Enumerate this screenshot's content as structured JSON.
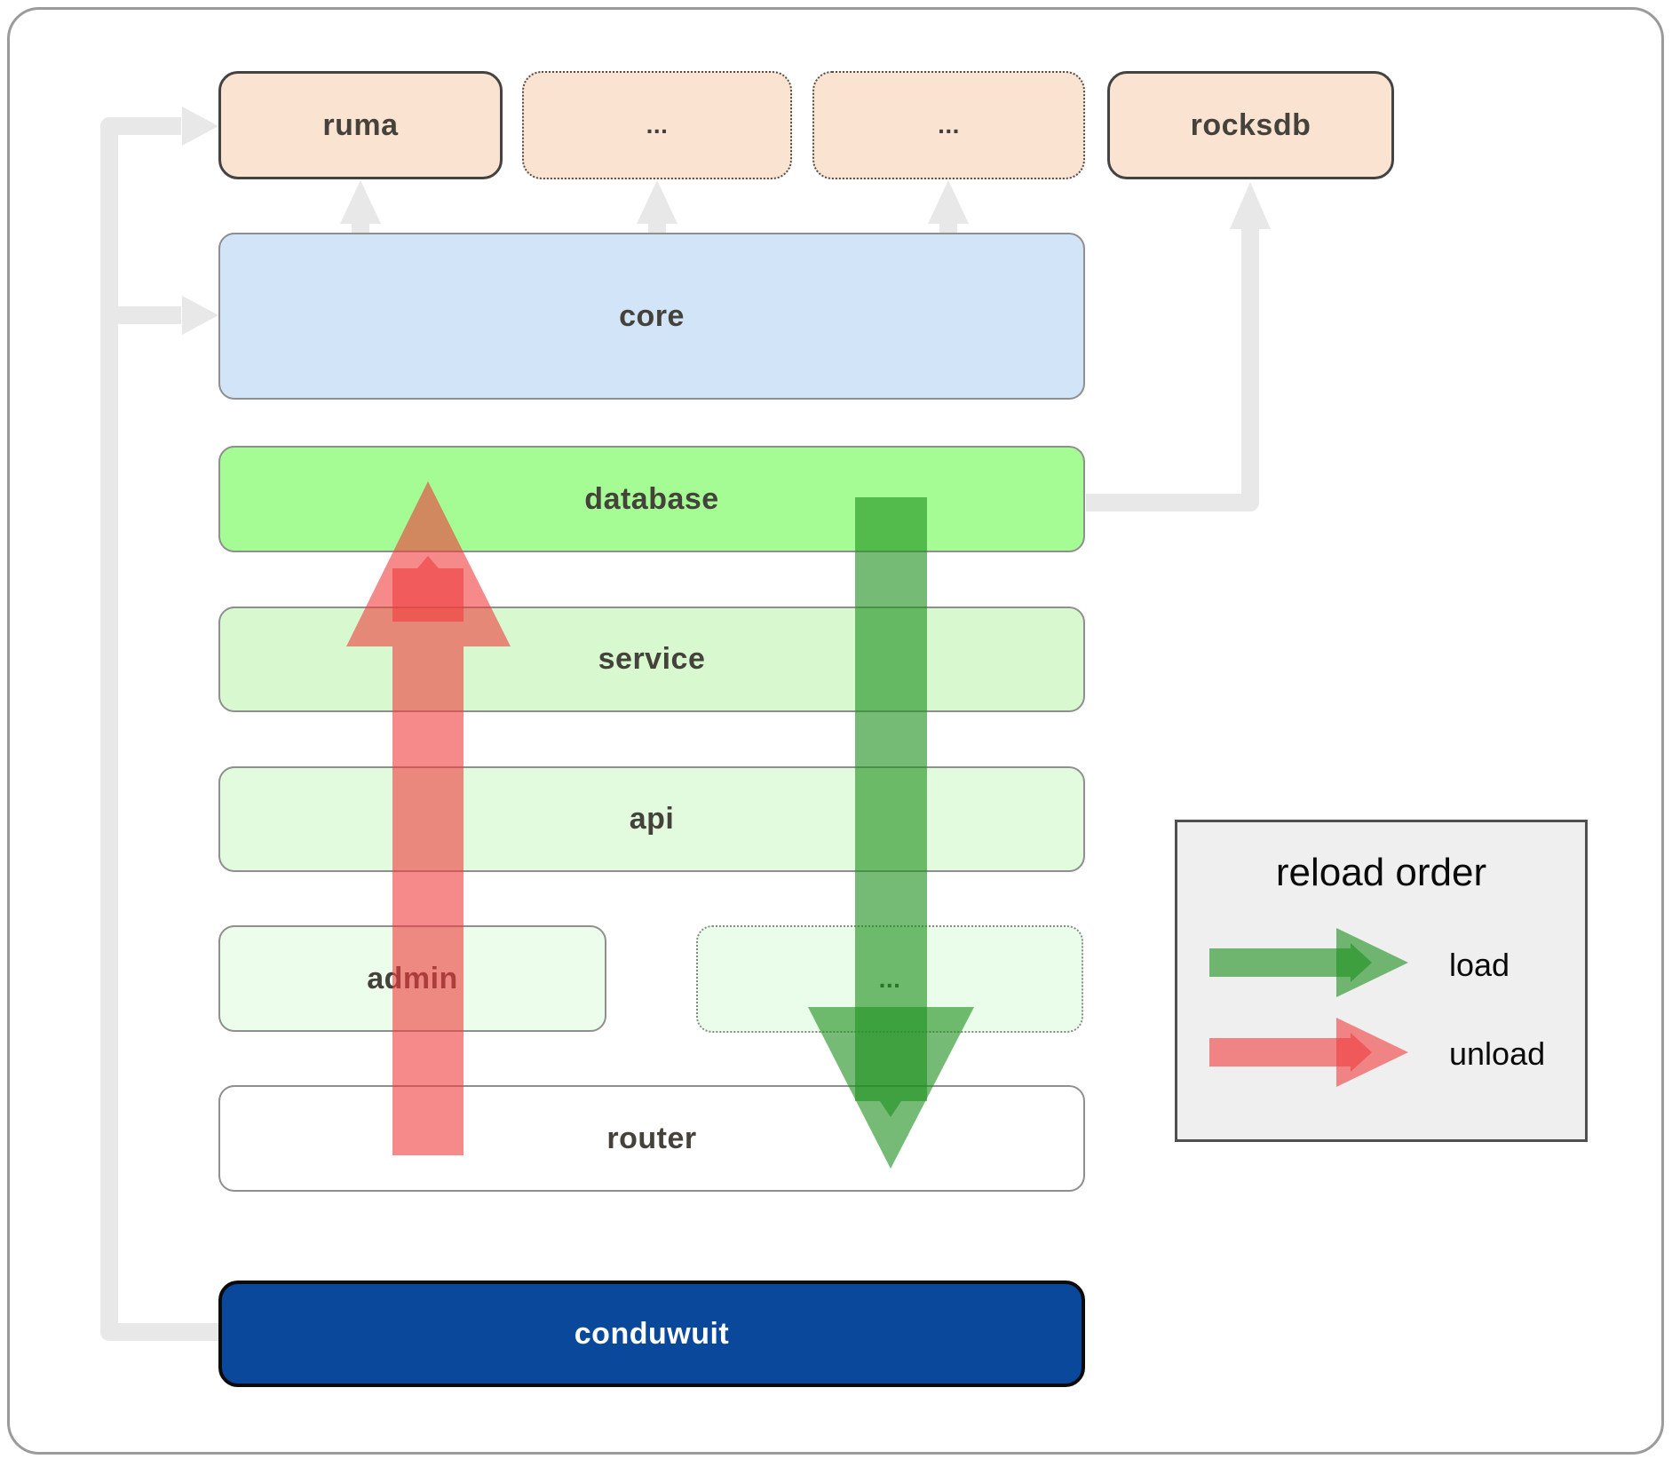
{
  "diagram_title": "conduwuit architecture reload-order diagram",
  "nodes": {
    "ruma": {
      "label": "ruma"
    },
    "dots1": {
      "label": "..."
    },
    "dots2": {
      "label": "..."
    },
    "rocksdb": {
      "label": "rocksdb"
    },
    "core": {
      "label": "core"
    },
    "database": {
      "label": "database"
    },
    "service": {
      "label": "service"
    },
    "api": {
      "label": "api"
    },
    "admin": {
      "label": "admin"
    },
    "admin_dots": {
      "label": "..."
    },
    "router": {
      "label": "router"
    },
    "conduwuit": {
      "label": "conduwuit"
    }
  },
  "legend": {
    "title": "reload order",
    "items": [
      {
        "label": "load"
      },
      {
        "label": "unload"
      }
    ]
  },
  "colors": {
    "peach_fill": "#fbe3d2",
    "blue_fill": "#d2e4f7",
    "bright_green_fill": "#a5fb94",
    "green_fill_2": "#d8f9d0",
    "green_fill_3": "#e2fbde",
    "pale_green_1": "#ecfdec",
    "pale_green_2": "#eafdea",
    "navy_fill": "#09489b",
    "load_arrow_green": "#209220",
    "unload_arrow_red": "#f03c3c",
    "connector_gray": "#e8e8e8",
    "legend_bg": "#efefef"
  }
}
